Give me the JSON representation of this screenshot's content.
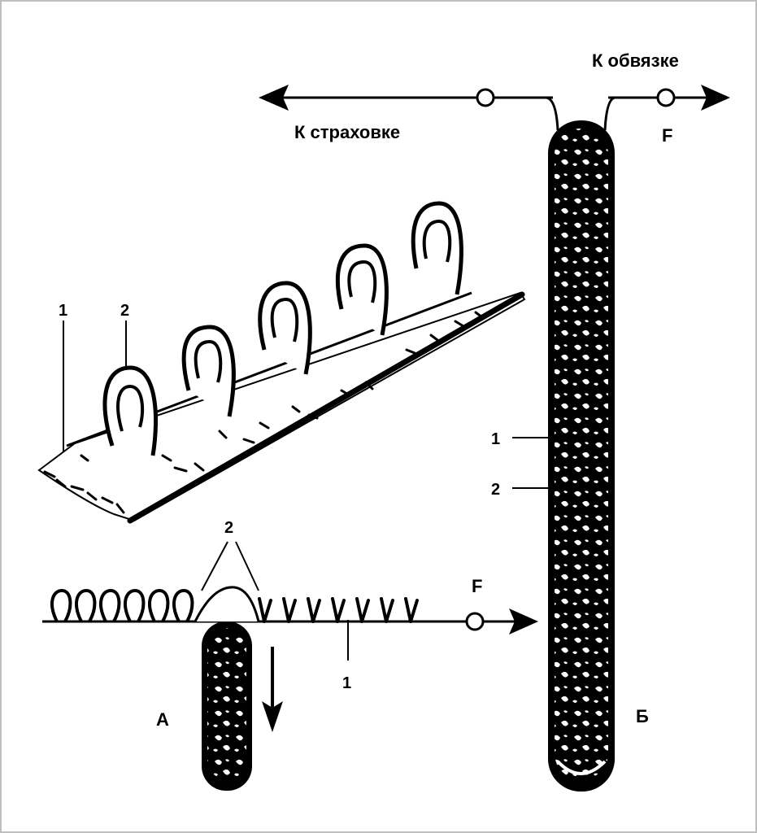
{
  "labels": {
    "to_belay": "К страховке",
    "to_harness": "К обвязке",
    "force_top": "F",
    "force_bottom": "F",
    "fig_a": "А",
    "fig_b": "Б",
    "persp_core": "1",
    "persp_loop": "2",
    "a_loops": "2",
    "a_core": "1",
    "b_core": "1",
    "b_loop": "2"
  },
  "colors": {
    "ink": "#000000",
    "paper": "#ffffff",
    "frame": "#bfbfbf"
  }
}
